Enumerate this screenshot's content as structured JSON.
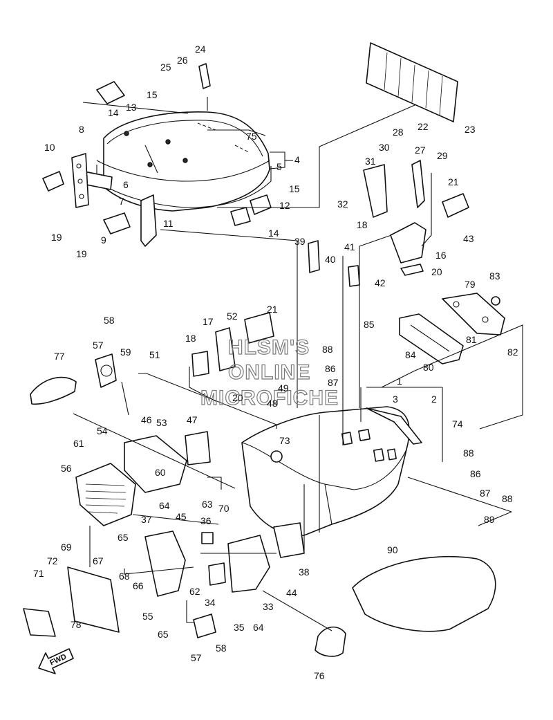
{
  "watermark": {
    "line1": "HLSM'S",
    "line2": "ONLINE",
    "line3": "MICROFICHE"
  },
  "direction_label": "FWD",
  "callouts": [
    {
      "id": "c1",
      "text": "1"
    },
    {
      "id": "c2",
      "text": "2"
    },
    {
      "id": "c3",
      "text": "3"
    },
    {
      "id": "c4",
      "text": "4"
    },
    {
      "id": "c5",
      "text": "5"
    },
    {
      "id": "c6",
      "text": "6"
    },
    {
      "id": "c7",
      "text": "7"
    },
    {
      "id": "c8",
      "text": "8"
    },
    {
      "id": "c9",
      "text": "9"
    },
    {
      "id": "c10",
      "text": "10"
    },
    {
      "id": "c11",
      "text": "11"
    },
    {
      "id": "c12",
      "text": "12"
    },
    {
      "id": "c13",
      "text": "13"
    },
    {
      "id": "c14a",
      "text": "14"
    },
    {
      "id": "c14b",
      "text": "14"
    },
    {
      "id": "c15a",
      "text": "15"
    },
    {
      "id": "c15b",
      "text": "15"
    },
    {
      "id": "c16",
      "text": "16"
    },
    {
      "id": "c17",
      "text": "17"
    },
    {
      "id": "c18a",
      "text": "18"
    },
    {
      "id": "c18b",
      "text": "18"
    },
    {
      "id": "c19a",
      "text": "19"
    },
    {
      "id": "c19b",
      "text": "19"
    },
    {
      "id": "c20a",
      "text": "20"
    },
    {
      "id": "c20b",
      "text": "20"
    },
    {
      "id": "c21a",
      "text": "21"
    },
    {
      "id": "c21b",
      "text": "21"
    },
    {
      "id": "c22",
      "text": "22"
    },
    {
      "id": "c23",
      "text": "23"
    },
    {
      "id": "c24",
      "text": "24"
    },
    {
      "id": "c25",
      "text": "25"
    },
    {
      "id": "c26",
      "text": "26"
    },
    {
      "id": "c27",
      "text": "27"
    },
    {
      "id": "c28",
      "text": "28"
    },
    {
      "id": "c29",
      "text": "29"
    },
    {
      "id": "c30",
      "text": "30"
    },
    {
      "id": "c31",
      "text": "31"
    },
    {
      "id": "c32",
      "text": "32"
    },
    {
      "id": "c33",
      "text": "33"
    },
    {
      "id": "c34",
      "text": "34"
    },
    {
      "id": "c35",
      "text": "35"
    },
    {
      "id": "c36",
      "text": "36"
    },
    {
      "id": "c37",
      "text": "37"
    },
    {
      "id": "c38",
      "text": "38"
    },
    {
      "id": "c39",
      "text": "39"
    },
    {
      "id": "c40",
      "text": "40"
    },
    {
      "id": "c41",
      "text": "41"
    },
    {
      "id": "c42",
      "text": "42"
    },
    {
      "id": "c43",
      "text": "43"
    },
    {
      "id": "c44",
      "text": "44"
    },
    {
      "id": "c45",
      "text": "45"
    },
    {
      "id": "c46",
      "text": "46"
    },
    {
      "id": "c47",
      "text": "47"
    },
    {
      "id": "c48",
      "text": "48"
    },
    {
      "id": "c49",
      "text": "49"
    },
    {
      "id": "c51",
      "text": "51"
    },
    {
      "id": "c52",
      "text": "52"
    },
    {
      "id": "c53",
      "text": "53"
    },
    {
      "id": "c54",
      "text": "54"
    },
    {
      "id": "c55",
      "text": "55"
    },
    {
      "id": "c56",
      "text": "56"
    },
    {
      "id": "c57a",
      "text": "57"
    },
    {
      "id": "c57b",
      "text": "57"
    },
    {
      "id": "c58a",
      "text": "58"
    },
    {
      "id": "c58b",
      "text": "58"
    },
    {
      "id": "c59",
      "text": "59"
    },
    {
      "id": "c60",
      "text": "60"
    },
    {
      "id": "c61",
      "text": "61"
    },
    {
      "id": "c62",
      "text": "62"
    },
    {
      "id": "c63",
      "text": "63"
    },
    {
      "id": "c64a",
      "text": "64"
    },
    {
      "id": "c64b",
      "text": "64"
    },
    {
      "id": "c65a",
      "text": "65"
    },
    {
      "id": "c65b",
      "text": "65"
    },
    {
      "id": "c66",
      "text": "66"
    },
    {
      "id": "c67",
      "text": "67"
    },
    {
      "id": "c68",
      "text": "68"
    },
    {
      "id": "c69",
      "text": "69"
    },
    {
      "id": "c70",
      "text": "70"
    },
    {
      "id": "c71",
      "text": "71"
    },
    {
      "id": "c72",
      "text": "72"
    },
    {
      "id": "c73",
      "text": "73"
    },
    {
      "id": "c74",
      "text": "74"
    },
    {
      "id": "c75",
      "text": "75"
    },
    {
      "id": "c76",
      "text": "76"
    },
    {
      "id": "c77",
      "text": "77"
    },
    {
      "id": "c78",
      "text": "78"
    },
    {
      "id": "c79",
      "text": "79"
    },
    {
      "id": "c80",
      "text": "80"
    },
    {
      "id": "c81",
      "text": "81"
    },
    {
      "id": "c82",
      "text": "82"
    },
    {
      "id": "c83",
      "text": "83"
    },
    {
      "id": "c84",
      "text": "84"
    },
    {
      "id": "c85",
      "text": "85"
    },
    {
      "id": "c86a",
      "text": "86"
    },
    {
      "id": "c86b",
      "text": "86"
    },
    {
      "id": "c87a",
      "text": "87"
    },
    {
      "id": "c87b",
      "text": "87"
    },
    {
      "id": "c88a",
      "text": "88"
    },
    {
      "id": "c88b",
      "text": "88"
    },
    {
      "id": "c88c",
      "text": "88"
    },
    {
      "id": "c89",
      "text": "89"
    },
    {
      "id": "c90",
      "text": "90"
    }
  ]
}
